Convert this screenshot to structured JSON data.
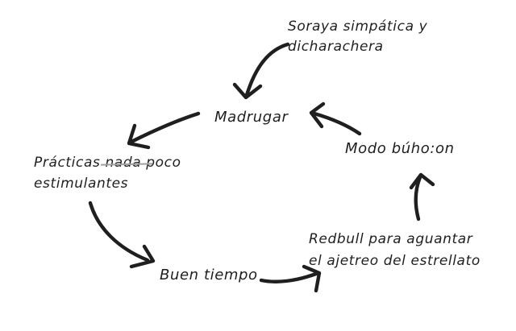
{
  "page": {
    "background": "#ffffff",
    "ink_color": "#1f1f1f",
    "strike_color": "#a0a0a0"
  },
  "nodes": {
    "soraya": {
      "line1": "Soraya simpática y",
      "line2": "dicharachera"
    },
    "madrugar": {
      "label": "Madrugar"
    },
    "practicas": {
      "word1": "Prácticas",
      "struck_word": "nada",
      "word2": "poco",
      "line2": "estimulantes"
    },
    "buen_tiempo": {
      "label": "Buen tiempo"
    },
    "redbull": {
      "line1": "Redbull para aguantar",
      "line2": "el ajetreo del estrellato"
    },
    "modo_buho": {
      "label": "Modo búho:on"
    }
  },
  "arrows": [
    {
      "name": "arrow-soraya-to-madrugar",
      "from": "soraya",
      "to": "madrugar"
    },
    {
      "name": "arrow-madrugar-to-practicas",
      "from": "madrugar",
      "to": "practicas"
    },
    {
      "name": "arrow-practicas-to-buen-tiempo",
      "from": "practicas",
      "to": "buen_tiempo"
    },
    {
      "name": "arrow-buen-tiempo-to-redbull",
      "from": "buen_tiempo",
      "to": "redbull"
    },
    {
      "name": "arrow-redbull-to-modo-buho",
      "from": "redbull",
      "to": "modo_buho"
    },
    {
      "name": "arrow-modo-buho-to-madrugar",
      "from": "modo_buho",
      "to": "madrugar"
    }
  ]
}
